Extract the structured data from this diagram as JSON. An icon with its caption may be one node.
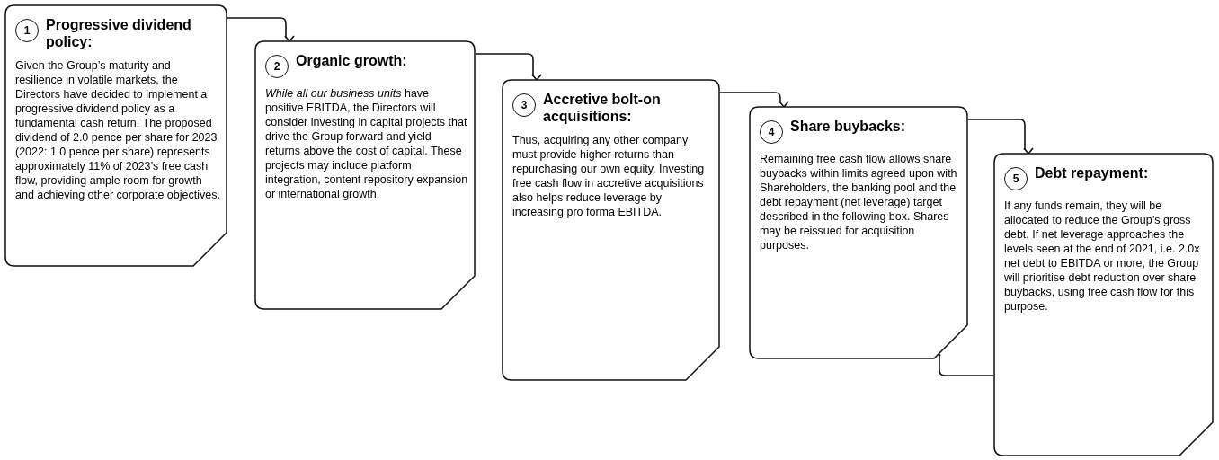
{
  "diagram": {
    "nodes": [
      {
        "text": [
          "Progressive dividend policy:",
          "Given the Group’s maturity and resilience in volatile markets, the Directors have decided to implement a progressive dividend policy as a fundamental cash return. The proposed dividend of 2.0 pence per share for 2023 (2022: 1.0 pence per share) represents approximately 11% of 2023’s free cash flow, providing ample room for growth and achieving other corporate objectives."
        ]
      },
      {
        "text": [
          "1"
        ],
        "in": 0
      },
      {
        "text": [
          "Organic growth:",
          "*While all our business units* have positive EBITDA, the Directors will consider investing in capital projects that drive the Group forward and yield returns above the cost of capital. These projects may include platform integration, content repository expansion or international growth."
        ]
      },
      {
        "text": [
          "2"
        ],
        "in": 2
      },
      {
        "text": [
          "Accretive bolt-on acquisitions:",
          "Thus, acquiring any other company must provide higher returns than repurchasing our own equity. Investing free cash flow in accretive acquisitions also helps reduce leverage by increasing pro forma EBITDA."
        ]
      },
      {
        "text": [
          "3"
        ],
        "in": 4
      },
      {
        "text": [
          "Share buybacks:",
          "Remaining free cash flow allows share buybacks within limits agreed upon with Shareholders, the banking pool and the debt repayment (net leverage) target described in the following box. Shares may be reissued for acquisition purposes."
        ]
      },
      {
        "text": [
          "4"
        ],
        "in": 6
      },
      {
        "text": [
          "Debt repayment:",
          "If any funds remain, they will be allocated to reduce the Group’s gross debt. If net leverage approaches the levels seen at the end of 2021, i.e. 2.0x net debt to EBITDA or more, the Group will prioritise debt reduction over share buybacks, using free cash flow for this purpose."
        ]
      },
      {
        "text": [
          "5"
        ],
        "in": 8
      }
    ],
    "edges": [
      {
        "from": 0,
        "to": 2,
        "arrow": "to"
      },
      {
        "from": 2,
        "to": 4,
        "arrow": "to"
      },
      {
        "from": 4,
        "to": 6,
        "arrow": "to"
      },
      {
        "from": 6,
        "to": 8,
        "arrow": "to"
      },
      {
        "from": 8,
        "to": 6,
        "arrow": "to"
      }
    ]
  }
}
